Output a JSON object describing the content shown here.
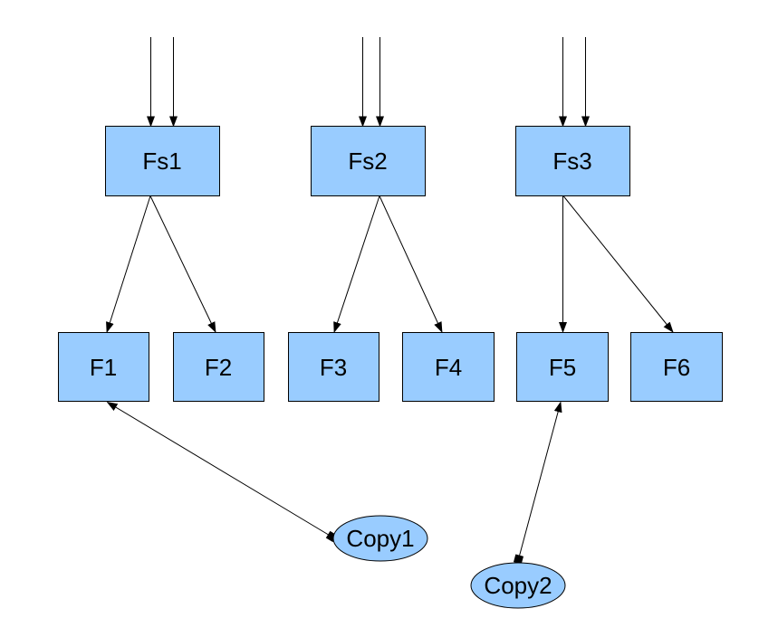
{
  "diagram": {
    "type": "directed-graph",
    "colors": {
      "background": "#ffffff",
      "node_fill": "#99ccff",
      "node_stroke": "#000000",
      "edge_color": "#000000"
    },
    "nodes": {
      "fs1": {
        "label": "Fs1",
        "shape": "box"
      },
      "fs2": {
        "label": "Fs2",
        "shape": "box"
      },
      "fs3": {
        "label": "Fs3",
        "shape": "box"
      },
      "f1": {
        "label": "F1",
        "shape": "box"
      },
      "f2": {
        "label": "F2",
        "shape": "box"
      },
      "f3": {
        "label": "F3",
        "shape": "box"
      },
      "f4": {
        "label": "F4",
        "shape": "box"
      },
      "f5": {
        "label": "F5",
        "shape": "box"
      },
      "f6": {
        "label": "F6",
        "shape": "box"
      },
      "copy1": {
        "label": "Copy1",
        "shape": "ellipse"
      },
      "copy2": {
        "label": "Copy2",
        "shape": "ellipse"
      }
    },
    "edges": [
      {
        "from": "external-input-1",
        "to": "fs1",
        "head": "arrow",
        "tail": "none"
      },
      {
        "from": "external-input-2",
        "to": "fs1",
        "head": "arrow",
        "tail": "none"
      },
      {
        "from": "external-input-3",
        "to": "fs2",
        "head": "arrow",
        "tail": "none"
      },
      {
        "from": "external-input-4",
        "to": "fs2",
        "head": "arrow",
        "tail": "none"
      },
      {
        "from": "external-input-5",
        "to": "fs3",
        "head": "arrow",
        "tail": "none"
      },
      {
        "from": "external-input-6",
        "to": "fs3",
        "head": "arrow",
        "tail": "none"
      },
      {
        "from": "fs1",
        "to": "f1",
        "head": "arrow",
        "tail": "none"
      },
      {
        "from": "fs1",
        "to": "f2",
        "head": "arrow",
        "tail": "none"
      },
      {
        "from": "fs2",
        "to": "f3",
        "head": "arrow",
        "tail": "none"
      },
      {
        "from": "fs2",
        "to": "f4",
        "head": "arrow",
        "tail": "none"
      },
      {
        "from": "fs3",
        "to": "f5",
        "head": "arrow",
        "tail": "none"
      },
      {
        "from": "fs3",
        "to": "f6",
        "head": "arrow",
        "tail": "none"
      },
      {
        "from": "copy1",
        "to": "f1",
        "head": "arrow",
        "tail": "box"
      },
      {
        "from": "copy2",
        "to": "f5",
        "head": "arrow",
        "tail": "box"
      }
    ]
  }
}
